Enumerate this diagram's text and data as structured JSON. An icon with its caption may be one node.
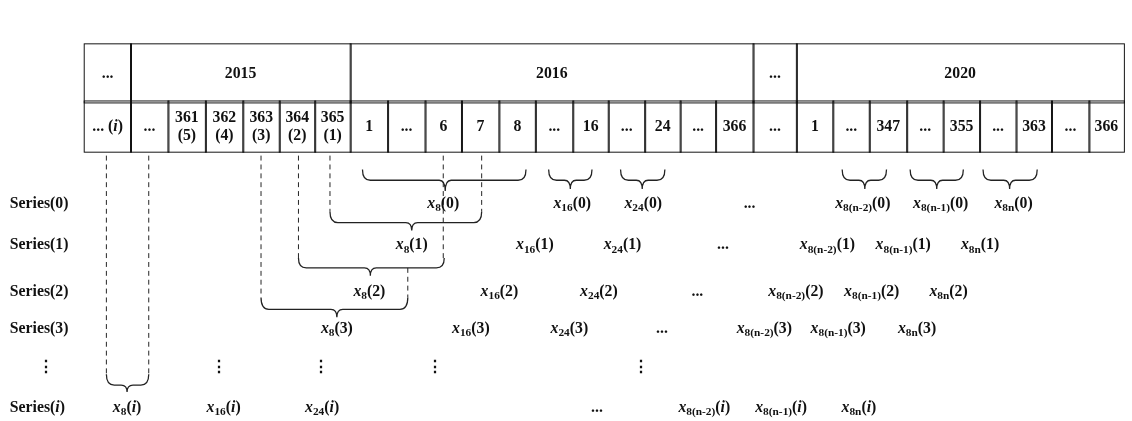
{
  "diagram": {
    "labels": [
      "...",
      "2015",
      "2016",
      "...",
      "2020",
      "... (*i*)",
      "...",
      "361 (5)",
      "362 (4)",
      "363 (3)",
      "364 (2)",
      "365 (1)",
      "1",
      "...",
      "6",
      "7",
      "8",
      "...",
      "16",
      "...",
      "24",
      "...",
      "366",
      "...",
      "1",
      "...",
      "347",
      "...",
      "355",
      "...",
      "363",
      "...",
      "366",
      "Series(0)",
      "*x*$_{8}$(0)",
      "*x*$_{16}$(0)",
      "*x*$_{24}$(0)",
      "...",
      "*x*$_{8(n-2)}$(0)",
      "*x*$_{8(n-1)}$(0)",
      "*x*$_{8n}$(0)",
      "Series(1)",
      "*x*$_{8}$(1)",
      "*x*$_{16}$(1)",
      "*x*$_{24}$(1)",
      "...",
      "*x*$_{8(n-2)}$(1)",
      "*x*$_{8(n-1)}$(1)",
      "*x*$_{8n}$(1)",
      "Series(2)",
      "*x*$_{8}$(2)",
      "*x*$_{16}$(2)",
      "*x*$_{24}$(2)",
      "...",
      "*x*$_{8(n-2)}$(2)",
      "*x*$_{8(n-1)}$(2)",
      "*x*$_{8n}$(2)",
      "Series(3)",
      "*x*$_{8}$(3)",
      "*x*$_{16}$(3)",
      "*x*$_{24}$(3)",
      "...",
      "*x*$_{8(n-2)}$(3)",
      "*x*$_{8(n-1)}$(3)",
      "*x*$_{8n}$(3)",
      "⋮",
      "⋮",
      "⋮",
      "⋮",
      "⋮",
      "Series(*i*)",
      "*x*$_{8}$(*i*)",
      "*x*$_{16}$(*i*)",
      "*x*$_{24}$(*i*)",
      "...",
      "*x*$_{8(n-2)}$(*i*)",
      "*x*$_{8(n-1)}$(*i*)",
      "*x*$_{8n}$(*i*)"
    ]
  }
}
